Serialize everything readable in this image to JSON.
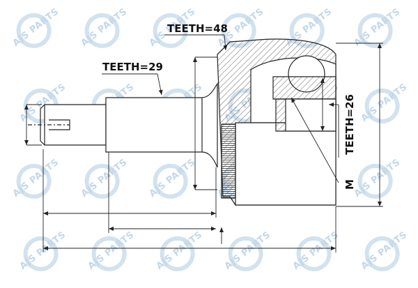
{
  "labels": {
    "teeth_outer": "TEETH=48",
    "teeth_shaft": "TEETH=29",
    "teeth_inner": "TEETH=26",
    "thread": "M"
  },
  "watermark": {
    "text": "AJS PARTS",
    "color": "#c3d8ea"
  },
  "colors": {
    "line": "#222222",
    "hatch": "#444444",
    "background": "#ffffff"
  }
}
